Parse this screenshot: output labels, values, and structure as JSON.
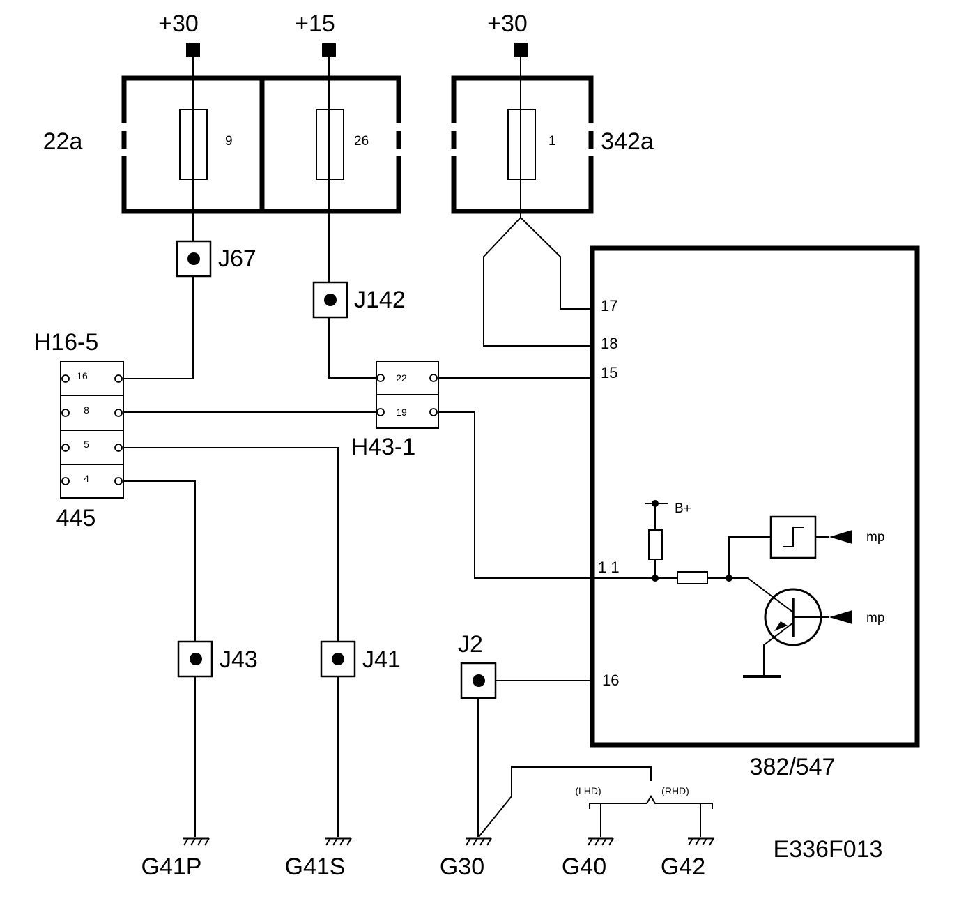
{
  "supplies": {
    "s1": "+30",
    "s2": "+15",
    "s3": "+30"
  },
  "fuse_boxes": {
    "box_22a": {
      "label": "22a",
      "fuse_left": "9",
      "fuse_right": "26"
    },
    "box_342a": {
      "label": "342a",
      "fuse": "1"
    }
  },
  "junctions": {
    "j67": "J67",
    "j142": "J142",
    "j43": "J43",
    "j41": "J41",
    "j2": "J2"
  },
  "connectors": {
    "h16": {
      "title": "H16-5",
      "number": "445",
      "pins": [
        "16",
        "8",
        "5",
        "4"
      ]
    },
    "h43": {
      "title": "H43-1",
      "pins": [
        "22",
        "19"
      ]
    }
  },
  "module": {
    "label": "382/547",
    "pins": {
      "p17": "17",
      "p18": "18",
      "p15": "15",
      "p11": "1 1",
      "p16": "16"
    },
    "bplus": "B+",
    "mp_top": "mp",
    "mp_bottom": "mp"
  },
  "grounds": {
    "g41p": "G41P",
    "g41s": "G41S",
    "g30": "G30",
    "g40": "G40",
    "g42": "G42",
    "lhd": "(LHD)",
    "rhd": "(RHD)"
  },
  "diagram_code": "E336F013"
}
